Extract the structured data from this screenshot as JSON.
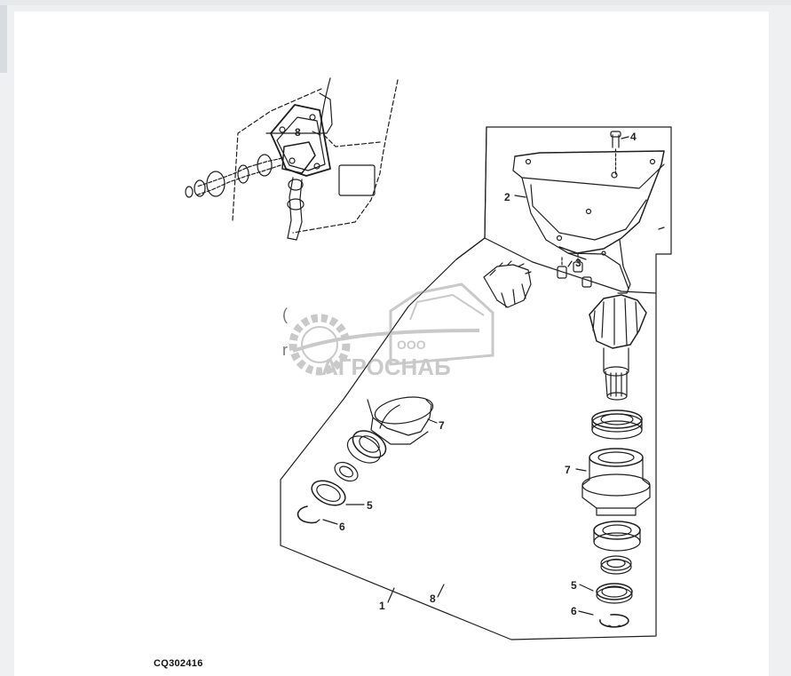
{
  "figure_id": "CQ302416",
  "callouts": {
    "c1": "1",
    "c2": "2",
    "c3": "3",
    "c4": "4",
    "c5_left": "5",
    "c5_right": "5",
    "c6_left": "6",
    "c6_right": "6",
    "c7_left": "7",
    "c7_right": "7",
    "c8_detail": "8",
    "c8_bottom": "8"
  },
  "watermark": {
    "company": "ООО",
    "brand": "АГРОСНАБ"
  },
  "colors": {
    "line": "#1e1e1e",
    "watermark": "#8a8a8a"
  }
}
